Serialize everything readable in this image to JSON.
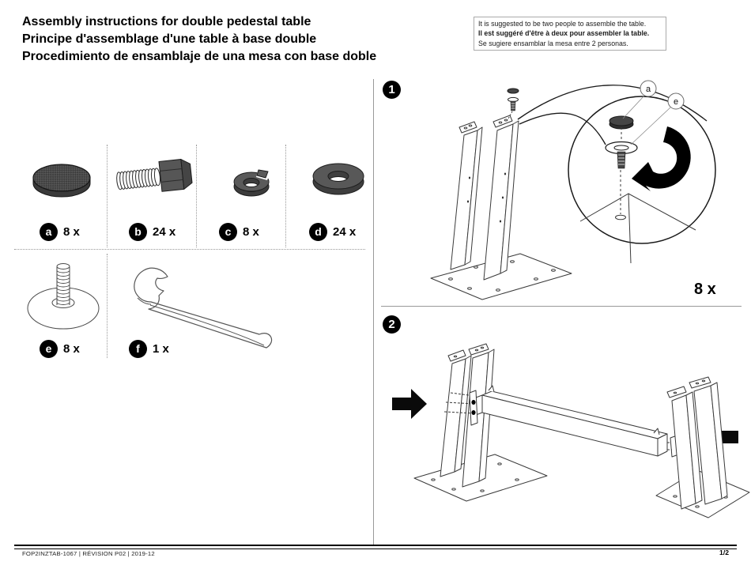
{
  "header": {
    "title_en": "Assembly instructions for double pedestal table",
    "title_fr": "Principe d'assemblage d'une table à base double",
    "title_es": "Procedimiento de ensamblaje de una mesa con base doble"
  },
  "note": {
    "line_en": "It is suggested to be two people to assemble the table.",
    "line_fr": "Il est suggéré d'être à deux pour assembler la table.",
    "line_es": "Se sugiere ensamblar la mesa entre 2 personas."
  },
  "parts": [
    {
      "id": "a",
      "qty": "8 x",
      "name": "glide pad"
    },
    {
      "id": "b",
      "qty": "24 x",
      "name": "hex bolt"
    },
    {
      "id": "c",
      "qty": "8 x",
      "name": "lock washer"
    },
    {
      "id": "d",
      "qty": "24 x",
      "name": "flat washer"
    },
    {
      "id": "e",
      "qty": "8 x",
      "name": "leveler"
    },
    {
      "id": "f",
      "qty": "1 x",
      "name": "wrench"
    }
  ],
  "steps": [
    {
      "number": "1",
      "qty": "8 x",
      "callout_a": "a",
      "callout_e": "e"
    },
    {
      "number": "2"
    }
  ],
  "footer": {
    "left": "FOP2INZTAB-1067  |  RÉVISION P02  |  2019-12",
    "page": "1/2"
  },
  "colors": {
    "ink": "#000000",
    "part_fill": "#505050",
    "divider_gray": "#999999"
  }
}
